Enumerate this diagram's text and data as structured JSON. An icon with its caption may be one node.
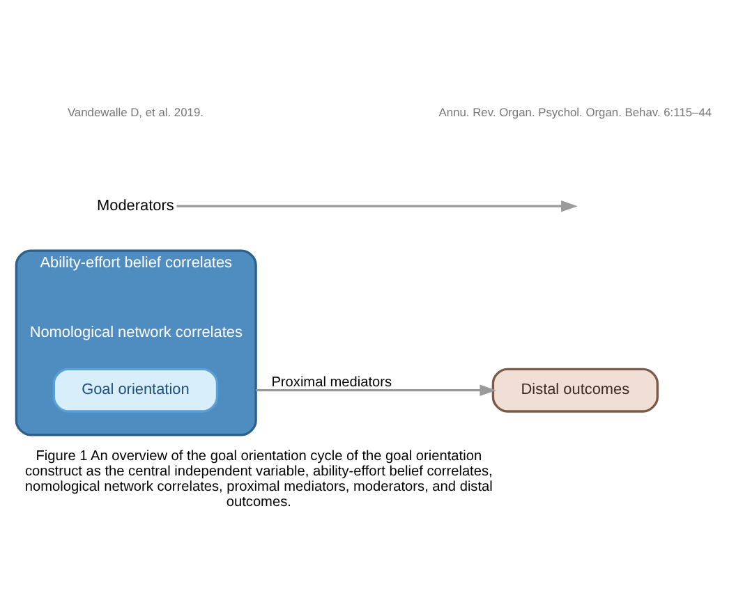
{
  "diagram": {
    "caption": "Figure 1 An overview of the goal orientation cycle of the goal orientation construct as the central independent variable, ability-effort belief correlates, nomological network correlates, proximal mediators, moderators, and distal outcomes.",
    "nodes": [
      {
        "text": [
          "Ability-effort belief correlates",
          "Nomological network correlates"
        ]
      },
      {
        "text": [
          "Goal orientation"
        ],
        "in": 0
      },
      {
        "text": [
          "Distal outcomes"
        ]
      },
      {
        "text": [
          "Moderators"
        ]
      }
    ],
    "edges": [
      {
        "from": 0,
        "to": 2,
        "arrow": "to",
        "label": "Proximal mediators"
      },
      {
        "from": 3,
        "to": null,
        "arrow": "to"
      }
    ],
    "labels": [
      "Vandewalle D, et al. 2019.",
      "Annu. Rev. Organ. Psychol. Organ. Behav. 6:115–44"
    ]
  }
}
